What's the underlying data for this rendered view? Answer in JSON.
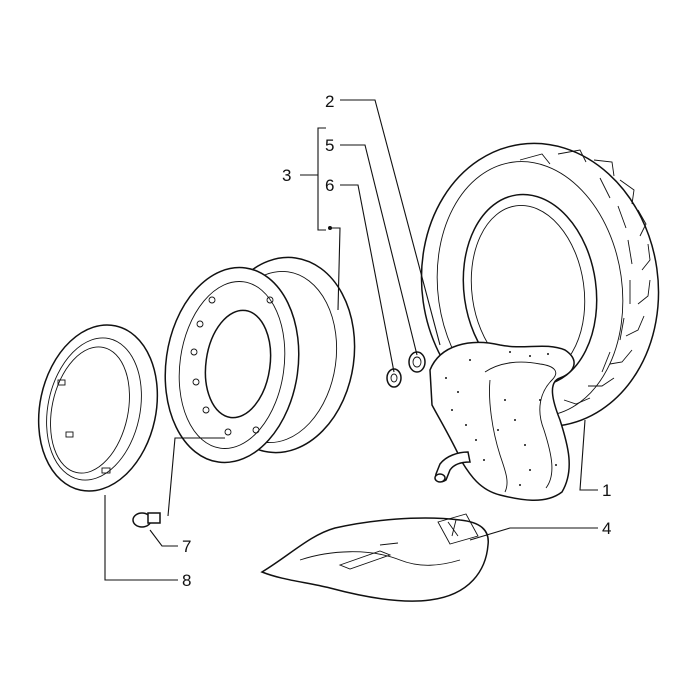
{
  "labels": [
    {
      "id": "p1",
      "text": "1"
    },
    {
      "id": "p2",
      "text": "2"
    },
    {
      "id": "p3",
      "text": "3"
    },
    {
      "id": "p4",
      "text": "4"
    },
    {
      "id": "p5",
      "text": "5"
    },
    {
      "id": "p6",
      "text": "6"
    },
    {
      "id": "p7",
      "text": "7"
    },
    {
      "id": "p8",
      "text": "8"
    }
  ]
}
